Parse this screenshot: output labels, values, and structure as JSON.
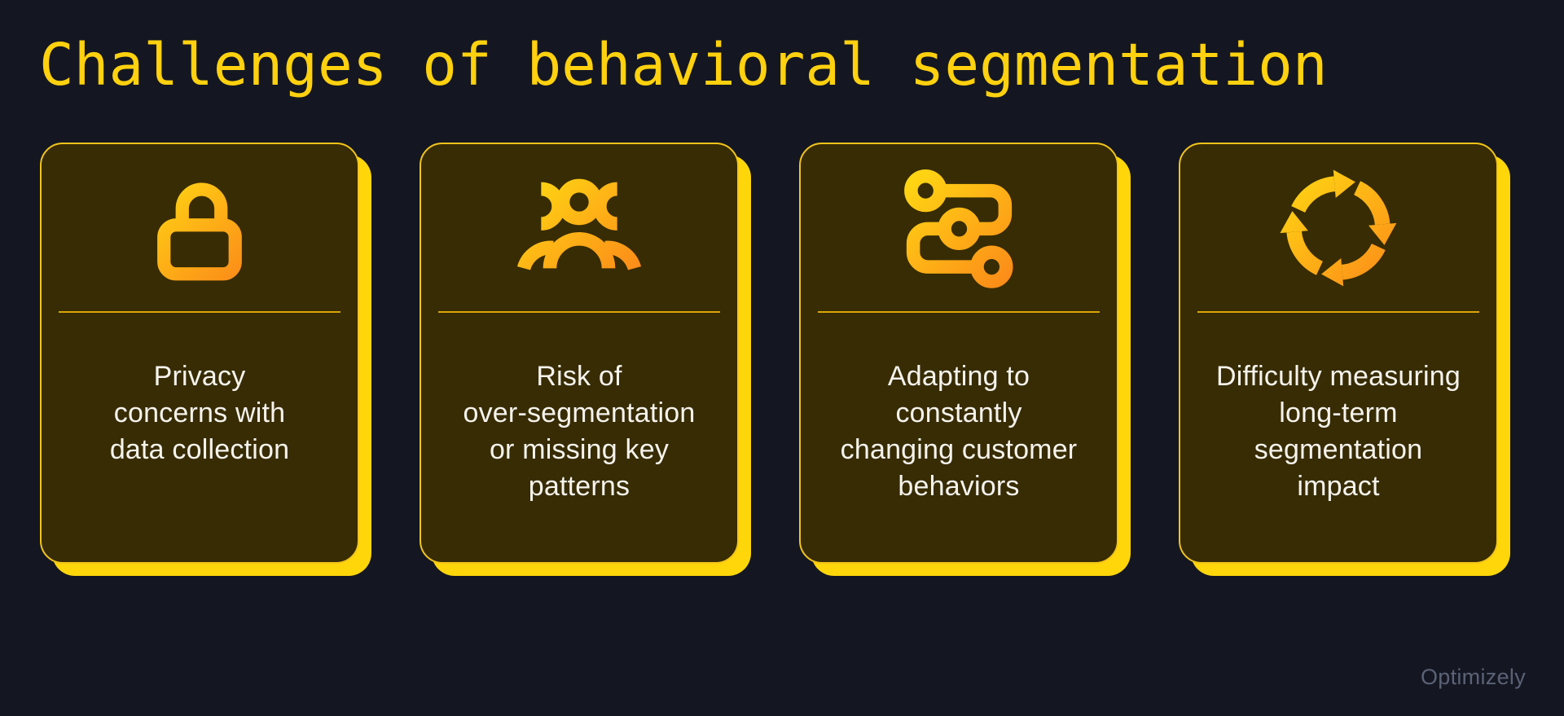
{
  "title": "Challenges of behavioral segmentation",
  "brand": "Optimizely",
  "colors": {
    "bg": "#141721",
    "card_bg": "#372c04",
    "accent": "#ffd60a",
    "border": "#f2c41a",
    "divider": "#d9a606",
    "title": "#ffd10e",
    "text": "#f6f3ed",
    "brand": "#5b6277",
    "icon_from": "#ffd713",
    "icon_to": "#fc8a19"
  },
  "cards": [
    {
      "icon": "unlock-icon",
      "label": "Privacy\nconcerns with\ndata collection"
    },
    {
      "icon": "people-group-icon",
      "label": "Risk of\nover-segmentation\nor missing key\npatterns"
    },
    {
      "icon": "route-flow-icon",
      "label": "Adapting to\nconstantly\nchanging customer\nbehaviors"
    },
    {
      "icon": "cycle-arrows-icon",
      "label": "Difficulty measuring\nlong-term\nsegmentation\nimpact"
    }
  ]
}
